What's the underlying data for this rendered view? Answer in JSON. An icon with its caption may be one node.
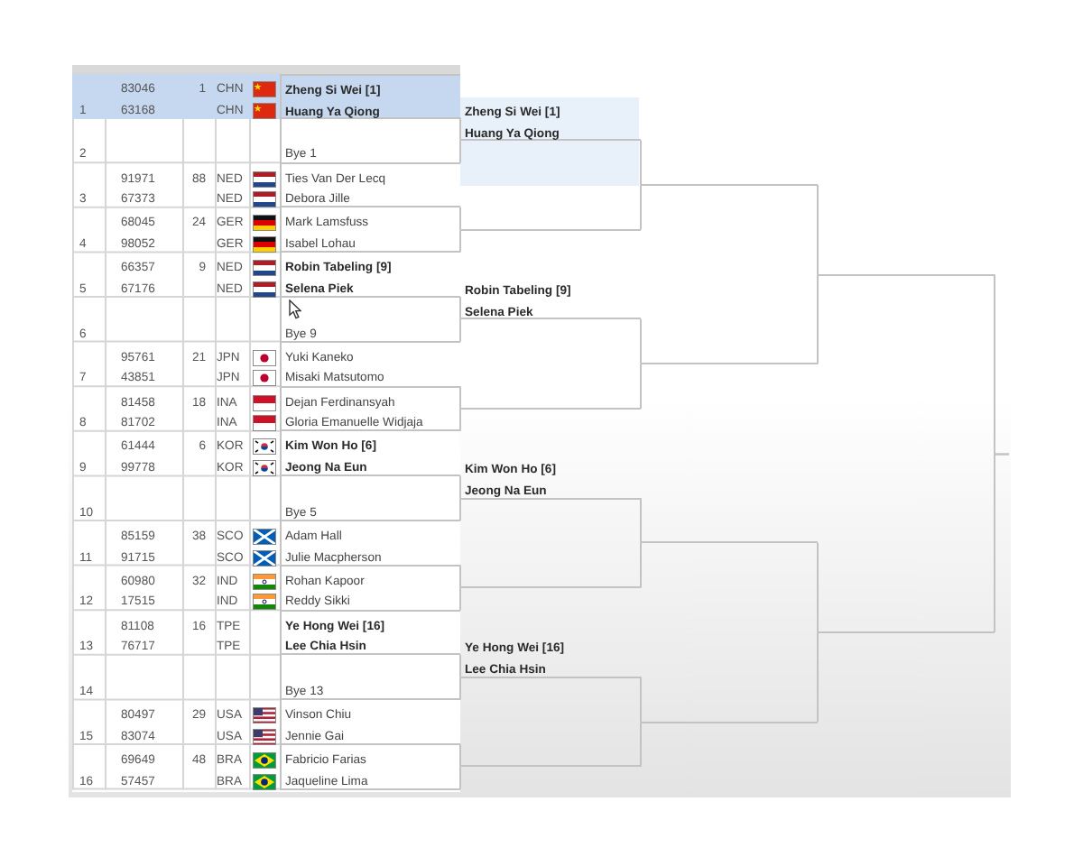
{
  "diagram": {
    "nodes": [
      {
        "text": [
          "Zheng Si Wei [1]",
          "Huang Ya Qiong"
        ]
      },
      {
        "text": [
          "Bye 1"
        ]
      },
      {
        "text": [
          "Ties Van Der Lecq",
          "Debora Jille"
        ]
      },
      {
        "text": [
          "Mark Lamsfuss",
          "Isabel Lohau"
        ]
      },
      {
        "text": [
          "Robin Tabeling [9]",
          "Selena Piek"
        ]
      },
      {
        "text": [
          "Bye 9"
        ]
      },
      {
        "text": [
          "Yuki Kaneko",
          "Misaki Matsutomo"
        ]
      },
      {
        "text": [
          "Dejan Ferdinansyah",
          "Gloria Emanuelle Widjaja"
        ]
      },
      {
        "text": [
          "Kim Won Ho [6]",
          "Jeong Na Eun"
        ]
      },
      {
        "text": [
          "Bye 5"
        ]
      },
      {
        "text": [
          "Adam Hall",
          "Julie Macpherson"
        ]
      },
      {
        "text": [
          "Rohan Kapoor",
          "Reddy Sikki"
        ]
      },
      {
        "text": [
          "Ye Hong Wei [16]",
          "Lee Chia Hsin"
        ]
      },
      {
        "text": [
          "Bye 13"
        ]
      },
      {
        "text": [
          "Vinson Chiu",
          "Jennie Gai"
        ]
      },
      {
        "text": [
          "Fabricio Farias",
          "Jaqueline Lima"
        ]
      },
      {
        "text": [
          "Zheng Si Wei [1]",
          "Huang Ya Qiong"
        ]
      },
      {
        "text": [],
        "shape": "line"
      },
      {
        "text": [
          "Robin Tabeling [9]",
          "Selena Piek"
        ]
      },
      {
        "text": [],
        "shape": "line"
      },
      {
        "text": [
          "Kim Won Ho [6]",
          "Jeong Na Eun"
        ]
      },
      {
        "text": [],
        "shape": "line"
      },
      {
        "text": [
          "Ye Hong Wei [16]",
          "Lee Chia Hsin"
        ]
      },
      {
        "text": [],
        "shape": "line"
      },
      {
        "text": [],
        "shape": "line"
      },
      {
        "text": [],
        "shape": "line"
      },
      {
        "text": [],
        "shape": "line"
      },
      {
        "text": [],
        "shape": "line"
      },
      {
        "text": [],
        "shape": "line"
      },
      {
        "text": [],
        "shape": "line"
      }
    ],
    "edges": [
      {
        "from": 0,
        "to": 16,
        "arrow": "none"
      },
      {
        "from": 1,
        "to": 16,
        "arrow": "none"
      },
      {
        "from": 2,
        "to": 17,
        "arrow": "none"
      },
      {
        "from": 3,
        "to": 17,
        "arrow": "none"
      },
      {
        "from": 4,
        "to": 18,
        "arrow": "none"
      },
      {
        "from": 5,
        "to": 18,
        "arrow": "none"
      },
      {
        "from": 6,
        "to": 19,
        "arrow": "none"
      },
      {
        "from": 7,
        "to": 19,
        "arrow": "none"
      },
      {
        "from": 8,
        "to": 20,
        "arrow": "none"
      },
      {
        "from": 9,
        "to": 20,
        "arrow": "none"
      },
      {
        "from": 10,
        "to": 21,
        "arrow": "none"
      },
      {
        "from": 11,
        "to": 21,
        "arrow": "none"
      },
      {
        "from": 12,
        "to": 22,
        "arrow": "none"
      },
      {
        "from": 13,
        "to": 22,
        "arrow": "none"
      },
      {
        "from": 14,
        "to": 23,
        "arrow": "none"
      },
      {
        "from": 15,
        "to": 23,
        "arrow": "none"
      },
      {
        "from": 16,
        "to": 24,
        "arrow": "none"
      },
      {
        "from": 17,
        "to": 24,
        "arrow": "none"
      },
      {
        "from": 18,
        "to": 25,
        "arrow": "none"
      },
      {
        "from": 19,
        "to": 25,
        "arrow": "none"
      },
      {
        "from": 20,
        "to": 26,
        "arrow": "none"
      },
      {
        "from": 21,
        "to": 26,
        "arrow": "none"
      },
      {
        "from": 22,
        "to": 27,
        "arrow": "none"
      },
      {
        "from": 23,
        "to": 27,
        "arrow": "none"
      },
      {
        "from": 24,
        "to": 28,
        "arrow": "none"
      },
      {
        "from": 25,
        "to": 28,
        "arrow": "none"
      },
      {
        "from": 26,
        "to": 29,
        "arrow": "none"
      },
      {
        "from": 27,
        "to": 29,
        "arrow": "none"
      },
      {
        "from": 28,
        "to": null,
        "arrow": "none"
      },
      {
        "from": 29,
        "to": null,
        "arrow": "none"
      }
    ],
    "labels": [
      "83046",
      "1",
      "CHN",
      "1",
      "63168",
      "CHN",
      "2",
      "91971",
      "88",
      "NED",
      "3",
      "67373",
      "NED",
      "68045",
      "24",
      "GER",
      "4",
      "98052",
      "GER",
      "66357",
      "9",
      "NED",
      "5",
      "67176",
      "NED",
      "6",
      "95761",
      "21",
      "JPN",
      "7",
      "43851",
      "JPN",
      "81458",
      "18",
      "INA",
      "8",
      "81702",
      "INA",
      "61444",
      "6",
      "KOR",
      "9",
      "99778",
      "KOR",
      "10",
      "85159",
      "38",
      "SCO",
      "11",
      "91715",
      "SCO",
      "60980",
      "32",
      "IND",
      "12",
      "17515",
      "IND",
      "81108",
      "16",
      "TPE",
      "13",
      "76717",
      "TPE",
      "14",
      "80497",
      "29",
      "USA",
      "15",
      "83074",
      "USA",
      "69649",
      "48",
      "BRA",
      "16",
      "57457",
      "BRA"
    ]
  }
}
